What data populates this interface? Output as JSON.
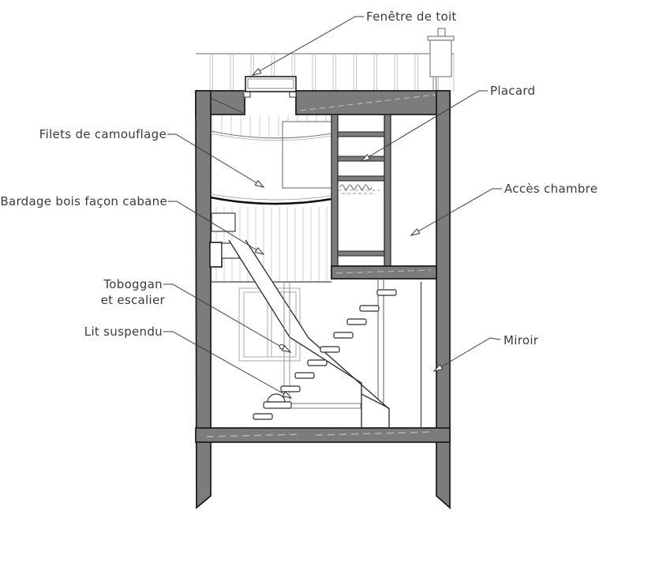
{
  "labels": {
    "fenetre_de_toit": "Fenêtre de toit",
    "placard": "Placard",
    "filets_de_camouflage": "Filets de camouflage",
    "bardage_bois": "Bardage bois façon cabane",
    "acces_chambre": "Accès chambre",
    "toboggan_line1": "Toboggan",
    "toboggan_line2": "et escalier",
    "lit_suspendu": "Lit suspendu",
    "miroir": "Miroir"
  },
  "colors": {
    "wall_gray": "#7c7c7c",
    "outline": "#1f1f1f",
    "detail_line": "#555555",
    "hatch_light": "#c9c9c9",
    "text": "#3a3a3a",
    "background": "#ffffff"
  }
}
